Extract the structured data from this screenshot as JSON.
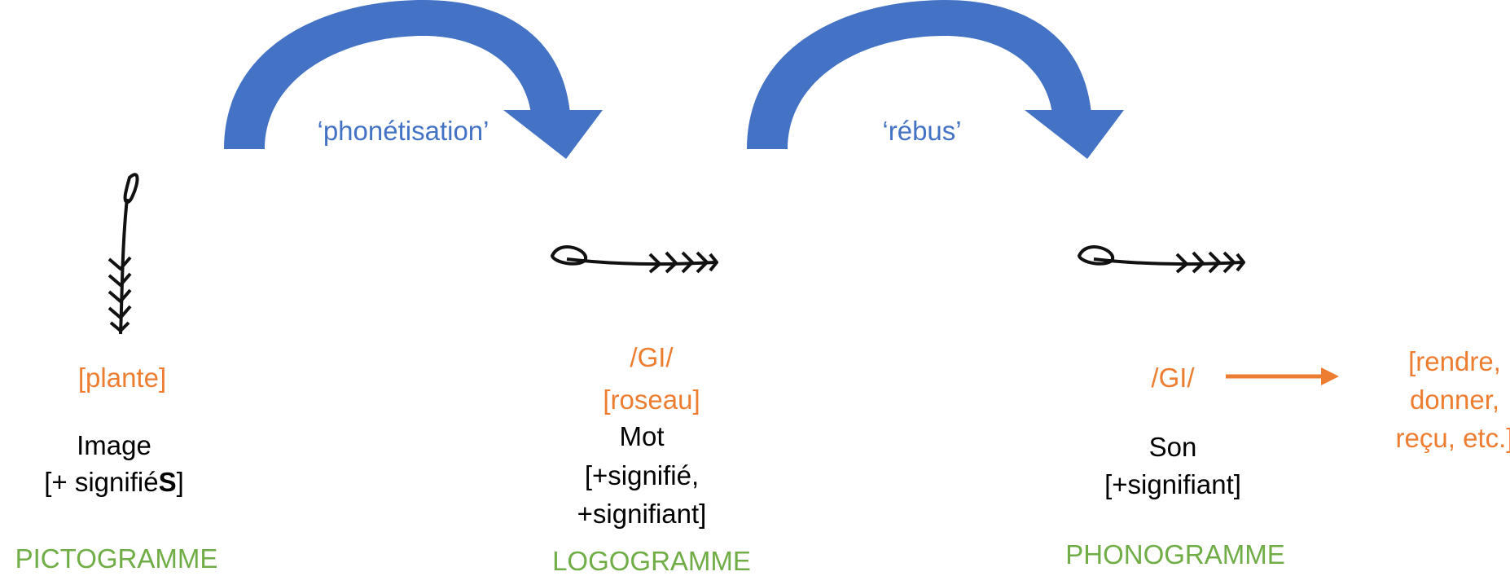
{
  "colors": {
    "arrow_blue": "#4472C4",
    "process_text": "#4472C4",
    "meaning_orange": "#ED7D31",
    "category_green": "#70AD47",
    "text_black": "#000000"
  },
  "transitions": [
    {
      "label": "‘phonétisation’"
    },
    {
      "label": "‘rébus’"
    }
  ],
  "columns": {
    "pictogram": {
      "meaning": "[plante]",
      "desc_line1": "Image",
      "desc_line2_prefix": "[+ signifié",
      "desc_line2_bold": "S",
      "desc_line2_suffix": "]",
      "category": "PICTOGRAMME"
    },
    "logogram": {
      "reading": "/GI/",
      "meaning": "[roseau]",
      "desc_line1": "Mot",
      "desc_line2": "[+signifié,",
      "desc_line3": "+signifiant]",
      "category": "LOGOGRAMME"
    },
    "phonogram": {
      "reading": "/GI/",
      "desc_line1": "Son",
      "desc_line2": "[+signifiant]",
      "category": "PHONOGRAMME",
      "extended_meanings": [
        "[rendre,",
        "donner,",
        "reçu, etc.]"
      ]
    }
  },
  "icons": [
    "reed-sign-vertical-icon",
    "reed-sign-horizontal-icon",
    "reed-sign-horizontal-icon"
  ]
}
